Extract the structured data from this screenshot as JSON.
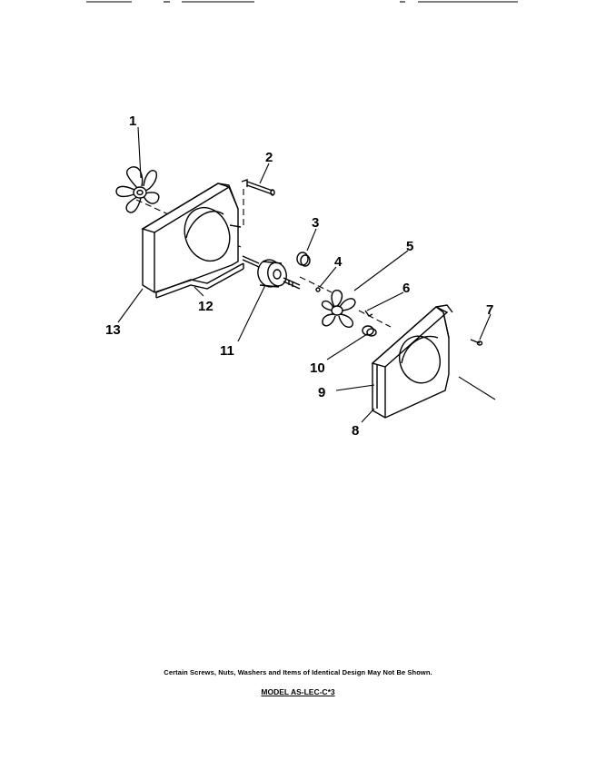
{
  "callouts": {
    "c1": "1",
    "c2": "2",
    "c3": "3",
    "c4": "4",
    "c5": "5",
    "c6": "6",
    "c7": "7",
    "c8": "8",
    "c9": "9",
    "c10": "10",
    "c11": "11",
    "c12": "12",
    "c13": "13"
  },
  "footer": {
    "note": "Certain Screws, Nuts, Washers and Items of Identical Design May Not Be Shown.",
    "model": "MODEL AS-LEC-C*3"
  }
}
